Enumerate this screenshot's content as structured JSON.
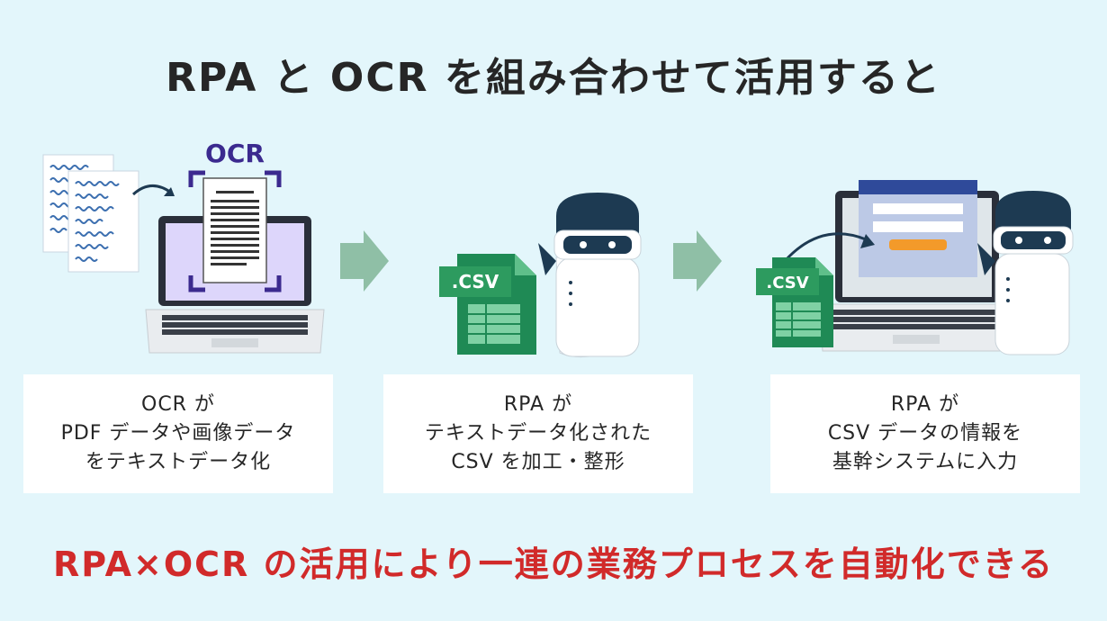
{
  "title": "RPA と OCR を組み合わせて活用すると",
  "illustration": {
    "ocr_label": "OCR",
    "csv_label_1": ".CSV",
    "csv_label_2": ".CSV"
  },
  "steps": [
    {
      "lines": [
        "OCR が",
        "PDF データや画像データ",
        "をテキストデータ化"
      ]
    },
    {
      "lines": [
        "RPA が",
        "テキストデータ化された",
        "CSV を加工・整形"
      ]
    },
    {
      "lines": [
        "RPA が",
        "CSV データの情報を",
        "基幹システムに入力"
      ]
    }
  ],
  "footer": "RPA×OCR の活用により一連の業務プロセスを自動化できる",
  "colors": {
    "background": "#e3f6fb",
    "ocr_purple": "#3b2a8f",
    "csv_green": "#2e8b57",
    "arrow_green": "#8fbfa6",
    "robot_navy": "#1d3a52",
    "footer_red": "#d12a2a"
  }
}
